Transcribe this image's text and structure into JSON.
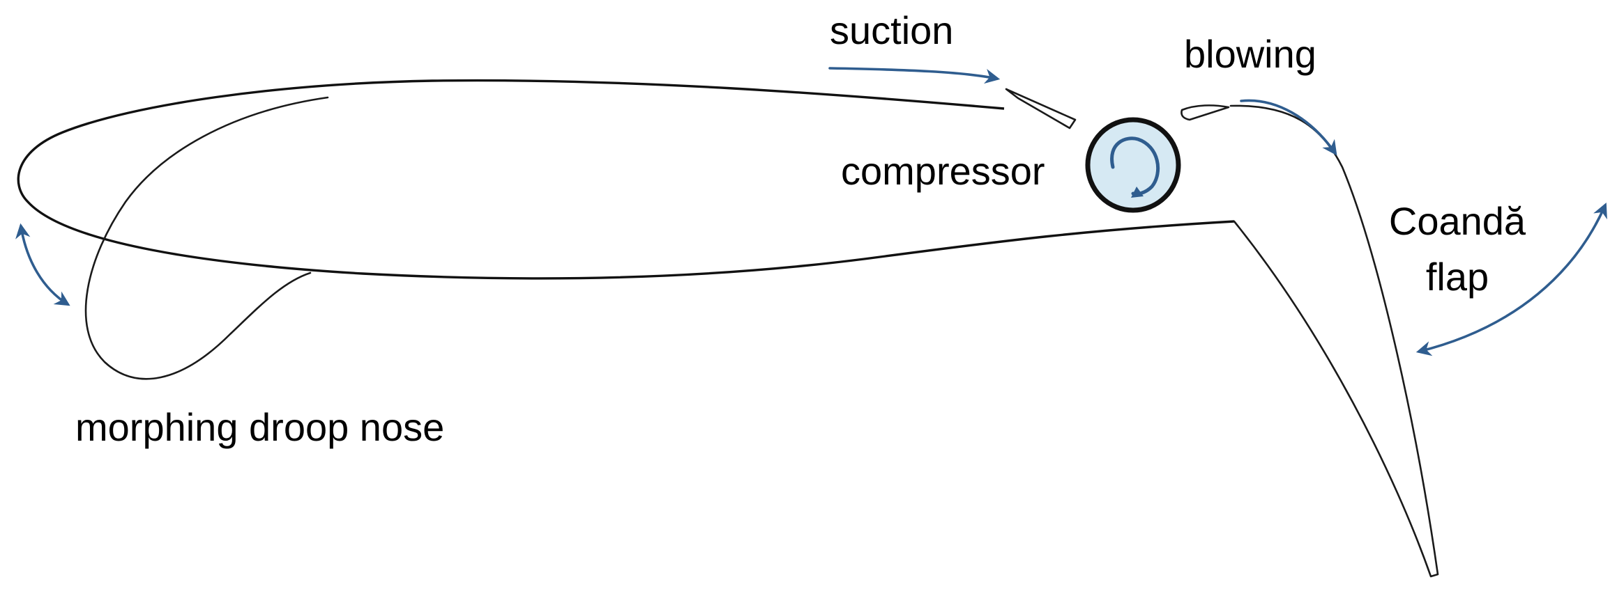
{
  "labels": {
    "suction": "suction",
    "blowing": "blowing",
    "compressor": "compressor",
    "coanda_line1": "Coandă",
    "coanda_line2": "flap",
    "droop_nose": "morphing droop nose"
  },
  "colors": {
    "arrow": "#2f5d8f",
    "outline": "#1a1a1a",
    "compressor_fill": "#d6e9f3",
    "compressor_ring": "#111111"
  },
  "icons": {
    "compressor": "rotation-circle-icon",
    "arrows": "curved-double-arrow-icon"
  }
}
